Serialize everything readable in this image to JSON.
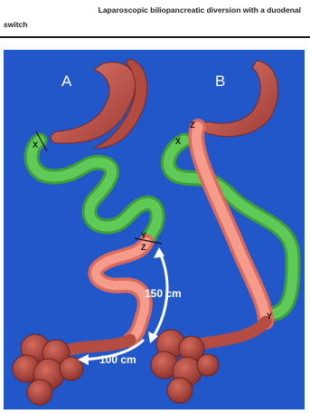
{
  "header": {
    "title_line1": "Laparoscopic biliopancreatic diversion with a duodenal",
    "title_line2": "switch"
  },
  "figure": {
    "panel_a_label": "A",
    "panel_b_label": "B",
    "point_labels": {
      "a_x": "X",
      "a_y": "Y",
      "a_z": "Z",
      "b_x": "X",
      "b_y": "Y",
      "b_z": "Z"
    },
    "measurements": {
      "common_channel": "150 cm",
      "terminal_segment": "100 cm"
    },
    "colors": {
      "background": "#2257c9",
      "bowel_red": "#c8584d",
      "bowel_pink": "#f08a7c",
      "limb_green": "#4fbb4b",
      "arrow": "#ffffff"
    }
  }
}
